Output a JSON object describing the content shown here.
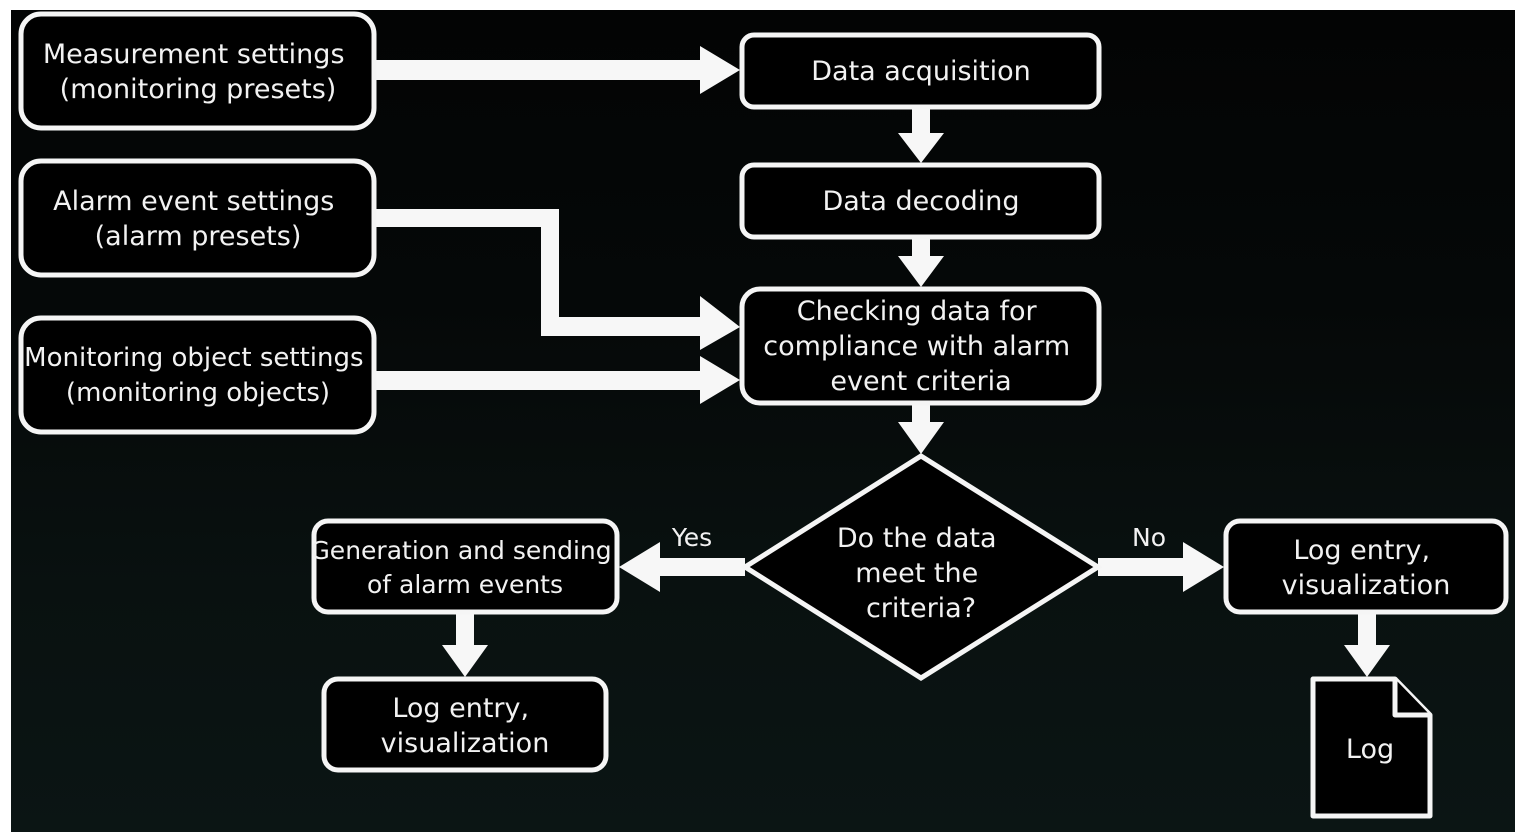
{
  "diagram": {
    "type": "flowchart",
    "theme": {
      "background": "#050808",
      "node_fill": "#000000",
      "stroke": "#f5f5f5",
      "text": "#f2f2f2"
    },
    "inputs": {
      "measurement": [
        "Measurement settings",
        "(monitoring presets)"
      ],
      "alarm_event": [
        "Alarm event settings",
        "(alarm presets)"
      ],
      "monitoring_object": [
        "Monitoring object settings",
        "(monitoring objects)"
      ]
    },
    "process": {
      "acquisition": [
        "Data acquisition"
      ],
      "decoding": [
        "Data decoding"
      ],
      "checking": [
        "Checking data for",
        "compliance with alarm",
        "event criteria"
      ]
    },
    "decision": [
      "Do the data",
      "meet the",
      "criteria?"
    ],
    "branches": {
      "yes_label": "Yes",
      "no_label": "No"
    },
    "yes_path": {
      "generation": [
        "Generation and sending",
        "of alarm events"
      ],
      "log_entry": [
        "Log entry,",
        "visualization"
      ]
    },
    "no_path": {
      "log_entry": [
        "Log entry,",
        "visualization"
      ],
      "log_document": "Log"
    }
  }
}
